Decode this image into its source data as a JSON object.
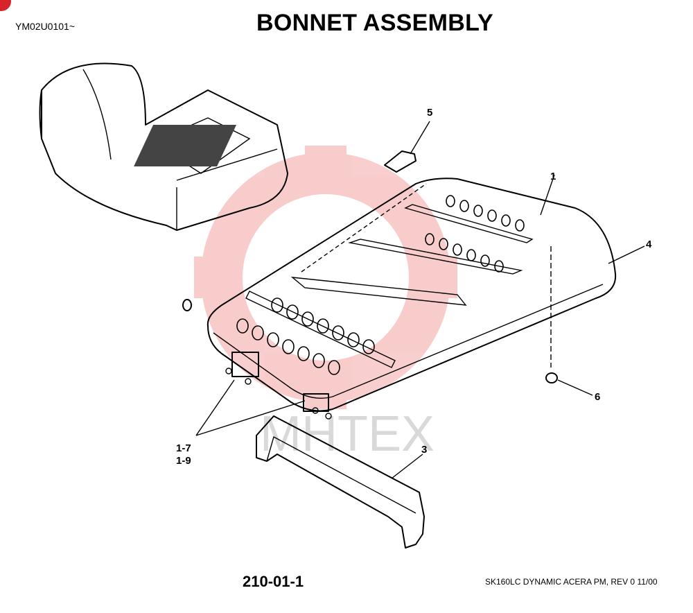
{
  "header": {
    "serial": "YM02U0101~",
    "title": "BONNET ASSEMBLY"
  },
  "callouts": {
    "c1": "1",
    "c3": "3",
    "c4": "4",
    "c5": "5",
    "c6": "6",
    "c17": "1-7",
    "c19": "1-9"
  },
  "footer": {
    "page_number": "210-01-1",
    "model": "SK160LC DYNAMIC ACERA PM,  REV 0 11/00"
  },
  "watermark": {
    "text": "MHTEX",
    "color": "#e83a3a"
  }
}
